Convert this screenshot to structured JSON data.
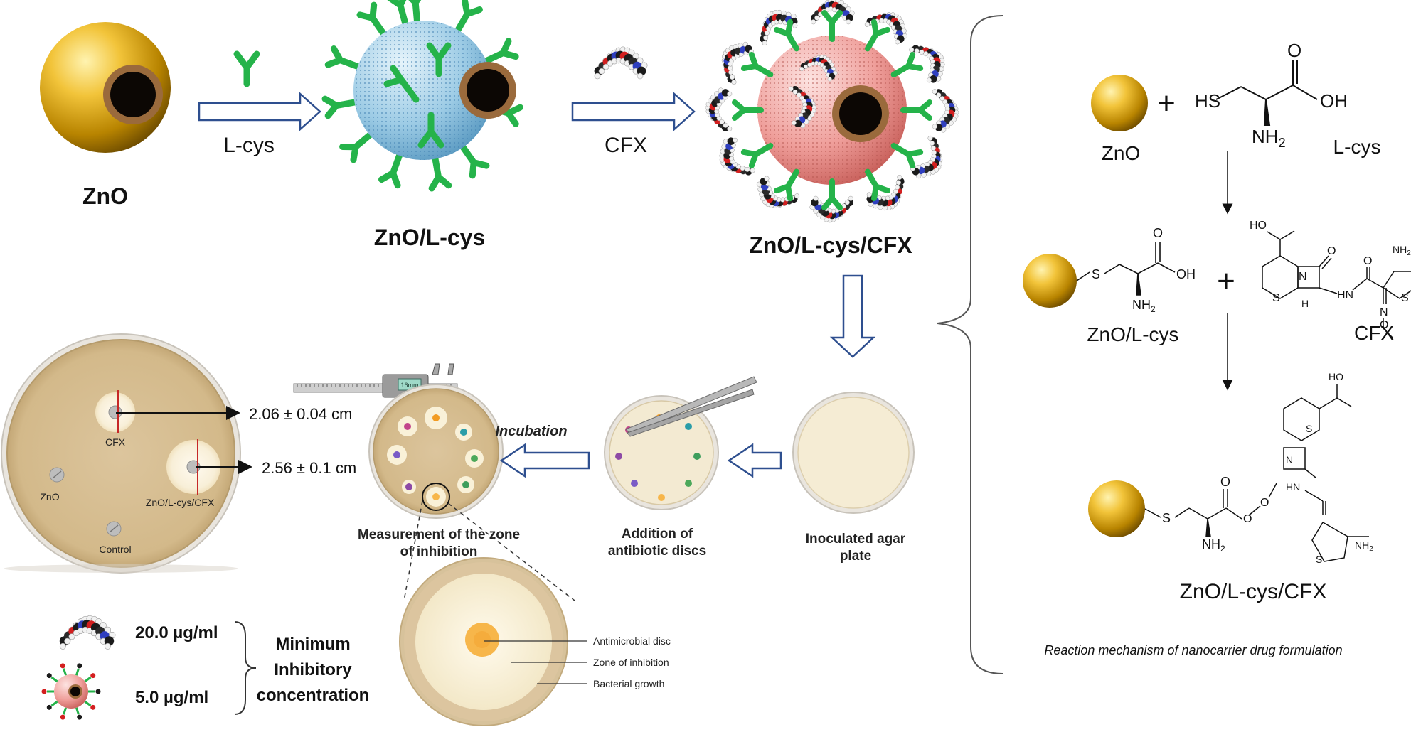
{
  "synthesis": {
    "zno_label": "ZnO",
    "step1_reagent_label": "L-cys",
    "zno_lcys_label": "ZnO/L-cys",
    "step2_reagent_label": "CFX",
    "zno_lcys_cfx_label": "ZnO/L-cys/CFX",
    "antibody_symbol": "Y"
  },
  "mechanism": {
    "zno_label": "ZnO",
    "lcys_label": "L-cys",
    "plus_symbol": "+",
    "hs_label": "HS",
    "nh2_label": "NH",
    "nh2_sub": "2",
    "oh_label": "OH",
    "o_label": "O",
    "zno_lcys_label": "ZnO/L-cys",
    "cfx_label": "CFX",
    "s_label": "S",
    "n_label": "N",
    "h_label": "H",
    "hn_label": "HN",
    "ho_label": "HO",
    "product_label": "ZnO/L-cys/CFX",
    "caption": "Reaction mechanism of nanocarrier drug formulation"
  },
  "assay": {
    "cfx_disc_label": "CFX",
    "zno_disc_label": "ZnO",
    "combo_disc_label": "ZnO/L-cys/CFX",
    "control_disc_label": "Control",
    "cfx_zone_value": "2.06 ± 0.04 cm",
    "combo_zone_value": "2.56 ± 0.1 cm",
    "caliper_reading": "16mm",
    "incubation_label": "Incubation",
    "measure_label_line1": "Measurement of the zone",
    "measure_label_line2": "of inhibition",
    "discs_label_line1": "Addition of",
    "discs_label_line2": "antibiotic discs",
    "agar_label_line1": "Inoculated agar",
    "agar_label_line2": "plate",
    "legend_disc": "Antimicrobial disc",
    "legend_zone": "Zone of inhibition",
    "legend_growth": "Bacterial growth"
  },
  "mic": {
    "cfx_value": "20.0 µg/ml",
    "nano_value": "5.0 µg/ml",
    "title_line1": "Minimum",
    "title_line2": "Inhibitory",
    "title_line3": "concentration"
  },
  "colors": {
    "arrow_outline": "#2e4f8f",
    "antibody_green": "#25b34a",
    "zno_gold": "#d9a514",
    "lcys_sphere_blue": "#a9d3ea",
    "cfx_sphere_pink": "#f0a8a4",
    "agar_tan": "#d9c095",
    "zone_cream": "#fbf3dc",
    "measure_red": "#c62828"
  }
}
